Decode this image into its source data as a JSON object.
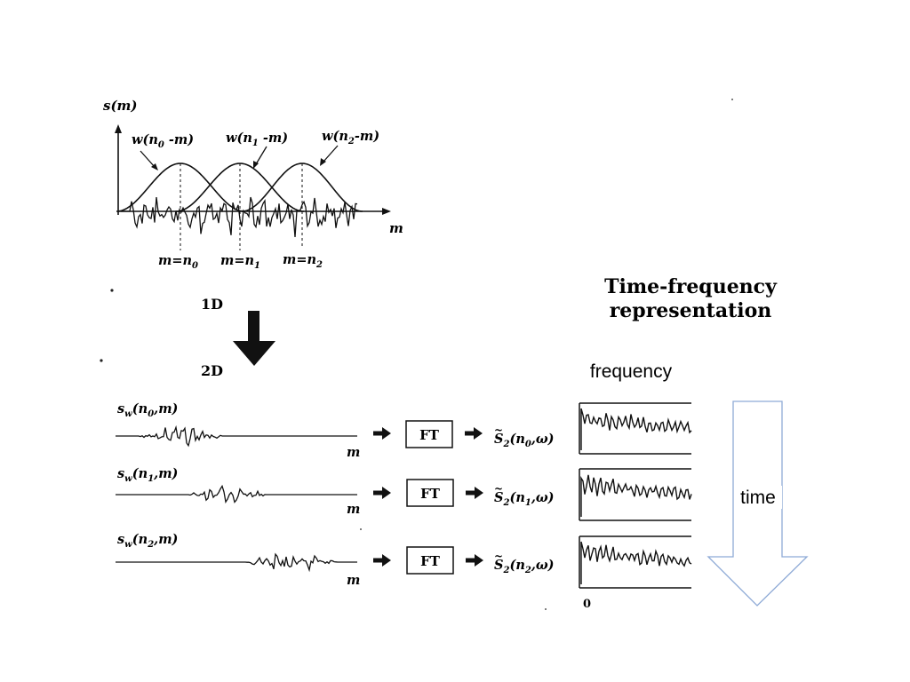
{
  "top_plot": {
    "y_axis_label": "s(m)",
    "x_axis_label": "m",
    "windows": [
      {
        "label_base": "w(n",
        "label_sub": "0",
        "label_tail": " -m)"
      },
      {
        "label_base": "w(n",
        "label_sub": "1",
        "label_tail": " -m)"
      },
      {
        "label_base": "w(n",
        "label_sub": "2",
        "label_tail": "-m)"
      }
    ],
    "positions": [
      {
        "prefix": "m=n",
        "sub": "0"
      },
      {
        "prefix": "m=n",
        "sub": "1"
      },
      {
        "prefix": "m=n",
        "sub": "2"
      }
    ]
  },
  "transition": {
    "from_label": "1D",
    "to_label": "2D"
  },
  "rows": [
    {
      "signal_base": "s",
      "signal_sub": "w",
      "signal_arg_pre": "(n",
      "arg_sub": "0",
      "signal_arg_post": ",m)",
      "axis_label": "m",
      "op": "FT",
      "result_pre": "(n",
      "result_sub": "0",
      "result_post": ",ω)"
    },
    {
      "signal_base": "s",
      "signal_sub": "w",
      "signal_arg_pre": "(n",
      "arg_sub": "1",
      "signal_arg_post": ",m)",
      "axis_label": "m",
      "op": "FT",
      "result_pre": "(n",
      "result_sub": "1",
      "result_post": ",ω)"
    },
    {
      "signal_base": "s",
      "signal_sub": "w",
      "signal_arg_pre": "(n",
      "arg_sub": "2",
      "signal_arg_post": ",m)",
      "axis_label": "m",
      "op": "FT",
      "result_pre": "(n",
      "result_sub": "2",
      "result_post": ",ω)"
    }
  ],
  "result_symbol": "S",
  "result_symbol_sub": "2",
  "tf": {
    "title_line1": "Time-frequency",
    "title_line2": "representation",
    "frequency_label": "frequency",
    "time_label": "time",
    "zero_label": "0"
  },
  "colors": {
    "ink": "#111111",
    "time_arrow": "#8eaad6"
  }
}
